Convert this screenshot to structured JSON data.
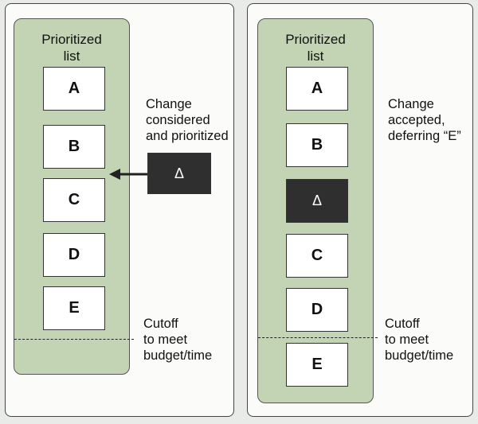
{
  "left_panel": {
    "list_title": "Prioritized\nlist",
    "items": [
      "A",
      "B",
      "C",
      "D",
      "E"
    ],
    "change_symbol": "Δ",
    "change_label": "Change\nconsidered\nand prioritized",
    "cutoff_label": "Cutoff\nto meet\nbudget/time"
  },
  "right_panel": {
    "list_title": "Prioritized\nlist",
    "items": [
      "A",
      "B",
      "Δ",
      "C",
      "D",
      "E"
    ],
    "change_label": "Change\naccepted,\ndeferring “E”",
    "cutoff_label": "Cutoff\nto meet\nbudget/time"
  },
  "colors": {
    "list_fill": "#c2d4b3",
    "change_fill": "#2f2f2f",
    "box_fill": "#ffffff"
  }
}
